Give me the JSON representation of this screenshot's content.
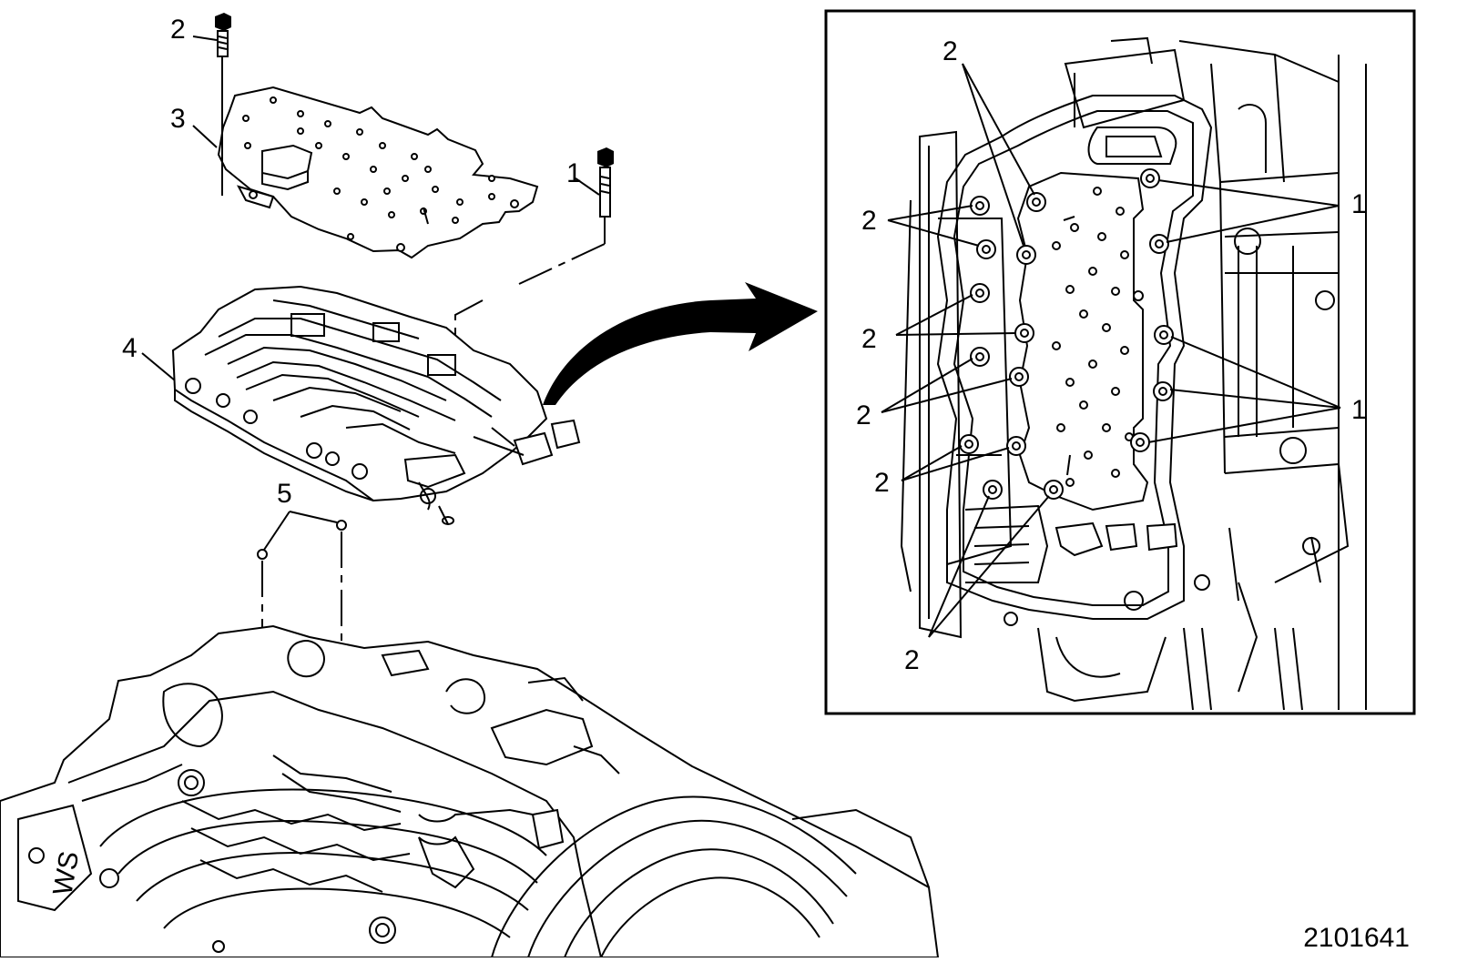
{
  "diagram": {
    "callout_labels": {
      "bolt_1": "1",
      "bolt_2": "2",
      "spacer_plate_3": "3",
      "valve_body_4": "4",
      "screens_5": "5"
    },
    "detail_labels": {
      "bolt_1": "1",
      "bolt_2": "2"
    },
    "watermark_code": "2101641",
    "colors": {
      "line": "#000000",
      "background": "#ffffff"
    }
  }
}
